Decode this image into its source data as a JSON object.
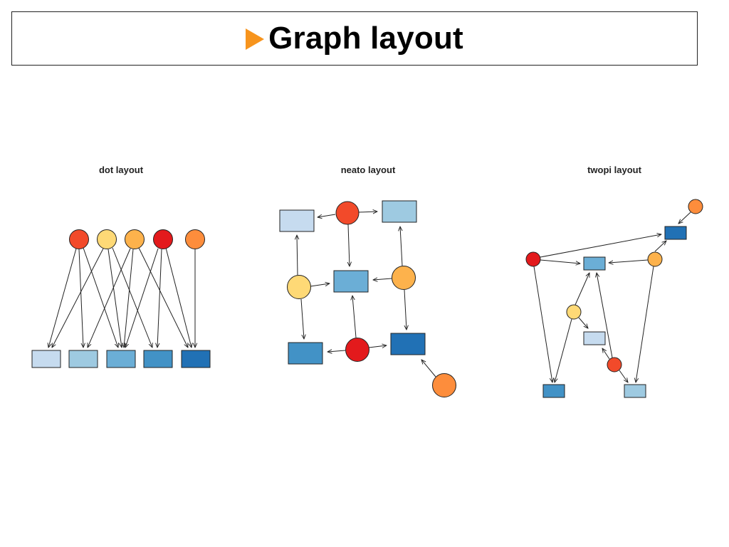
{
  "slide": {
    "title": "Graph layout",
    "title_marker_color": "#f7941d"
  },
  "panels": [
    {
      "id": "dot",
      "label": "dot layout"
    },
    {
      "id": "neato",
      "label": "neato layout"
    },
    {
      "id": "twopi",
      "label": "twopi layout"
    }
  ],
  "node_colors": {
    "red": "#e31a1c",
    "red_orange": "#f24a2a",
    "light_yellow": "#fed976",
    "light_orange": "#fdb24c",
    "orange": "#fd8d3c",
    "pale_blue": "#c6dbef",
    "light_blue": "#9ecae1",
    "mid_blue": "#6baed6",
    "blue": "#4292c6",
    "dark_blue": "#2171b5"
  }
}
